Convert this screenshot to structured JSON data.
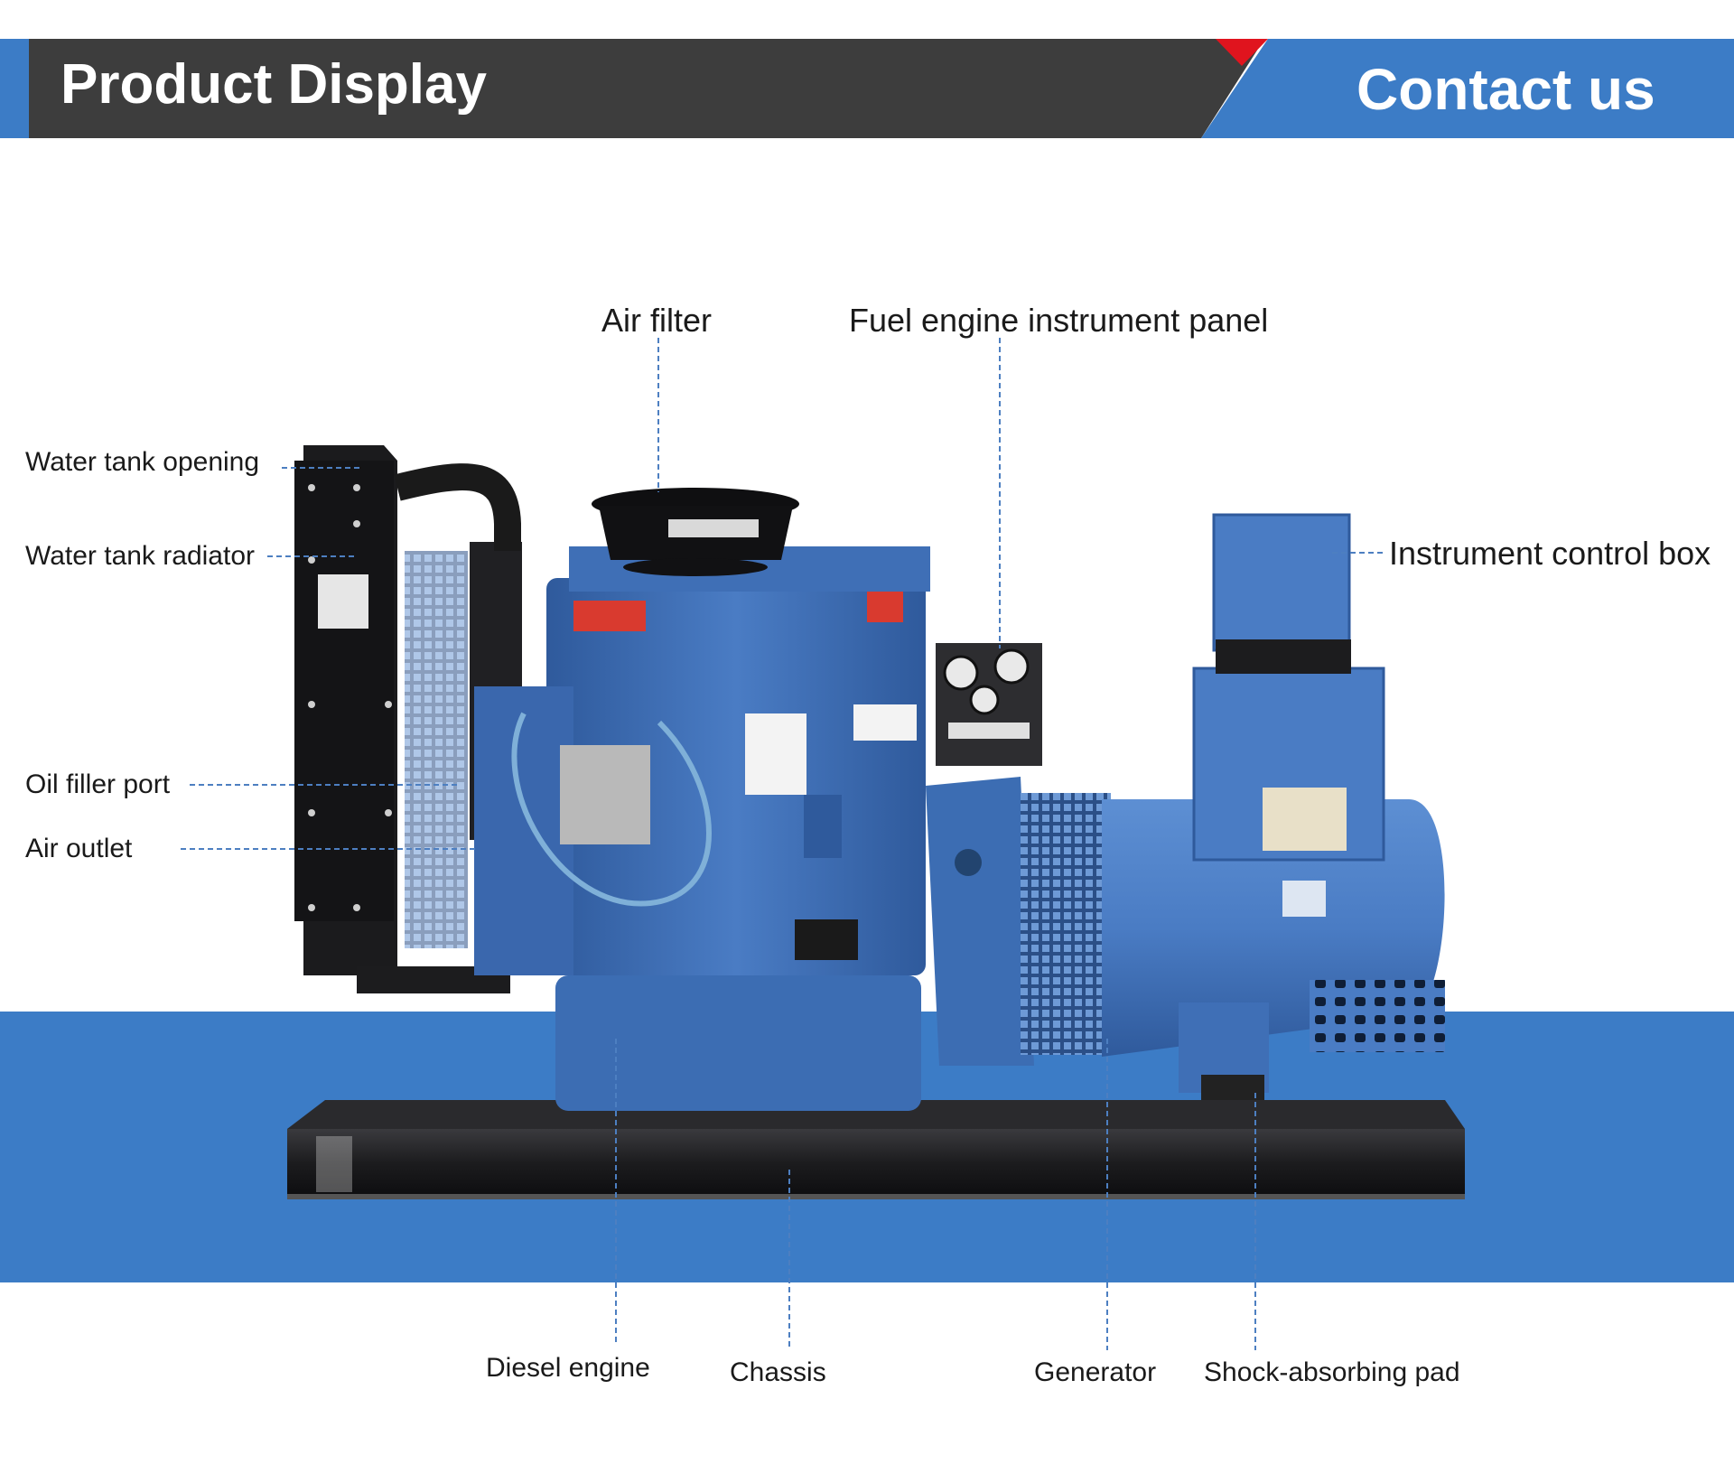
{
  "header": {
    "left_title": "Product Display",
    "right_title": "Contact us",
    "colors": {
      "dark_bar": "#3d3d3d",
      "blue_bar": "#3c7cc6",
      "accent_red": "#e0141e"
    }
  },
  "callouts": {
    "air_filter": "Air filter",
    "fuel_engine_instrument_panel": "Fuel engine instrument panel",
    "water_tank_opening": "Water tank opening",
    "water_tank_radiator": "Water tank radiator",
    "instrument_control_box": "Instrument control box",
    "oil_filler_port": "Oil filler port",
    "air_outlet": "Air outlet",
    "diesel_engine": "Diesel engine",
    "chassis": "Chassis",
    "generator": "Generator",
    "shock_absorbing_pad": "Shock-absorbing pad"
  },
  "colors": {
    "band": "#3c7cc6",
    "engine_blue": "#3f6fb6",
    "generator_blue": "#4a7cc4",
    "steel_black": "#1c1c1e",
    "leader_line": "#4d7fc1"
  }
}
